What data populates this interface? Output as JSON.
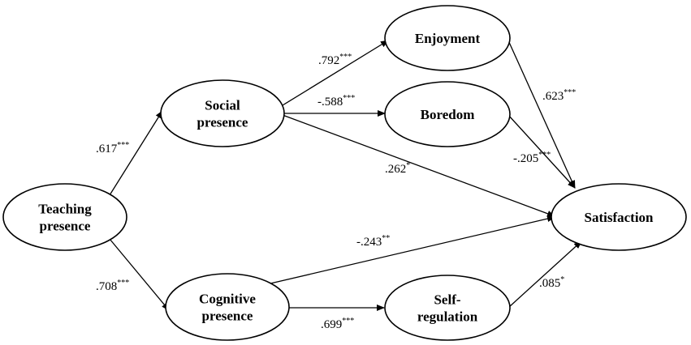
{
  "nodes": {
    "teaching": {
      "lines": [
        "Teaching",
        "presence"
      ]
    },
    "social": {
      "lines": [
        "Social",
        "presence"
      ]
    },
    "cognitive": {
      "lines": [
        "Cognitive",
        "presence"
      ]
    },
    "enjoyment": {
      "lines": [
        "Enjoyment"
      ]
    },
    "boredom": {
      "lines": [
        "Boredom"
      ]
    },
    "selfreg": {
      "lines": [
        "Self-",
        "regulation"
      ]
    },
    "satisfaction": {
      "lines": [
        "Satisfaction"
      ]
    }
  },
  "edges": [
    {
      "id": "teaching-social",
      "from": "teaching",
      "to": "social",
      "coef": ".617",
      "stars": "***"
    },
    {
      "id": "teaching-cognitive",
      "from": "teaching",
      "to": "cognitive",
      "coef": ".708",
      "stars": "***"
    },
    {
      "id": "social-enjoyment",
      "from": "social",
      "to": "enjoyment",
      "coef": ".792",
      "stars": "***"
    },
    {
      "id": "social-boredom",
      "from": "social",
      "to": "boredom",
      "coef": "-.588",
      "stars": "***"
    },
    {
      "id": "social-satisfaction",
      "from": "social",
      "to": "satisfaction",
      "coef": ".262",
      "stars": "*"
    },
    {
      "id": "enjoyment-satisfaction",
      "from": "enjoyment",
      "to": "satisfaction",
      "coef": ".623",
      "stars": "***"
    },
    {
      "id": "boredom-satisfaction",
      "from": "boredom",
      "to": "satisfaction",
      "coef": "-.205",
      "stars": "***"
    },
    {
      "id": "cognitive-satisfaction",
      "from": "cognitive",
      "to": "satisfaction",
      "coef": "-.243",
      "stars": "**"
    },
    {
      "id": "cognitive-selfreg",
      "from": "cognitive",
      "to": "selfreg",
      "coef": ".699",
      "stars": "***"
    },
    {
      "id": "selfreg-satisfaction",
      "from": "selfreg",
      "to": "satisfaction",
      "coef": ".085",
      "stars": "*"
    }
  ]
}
